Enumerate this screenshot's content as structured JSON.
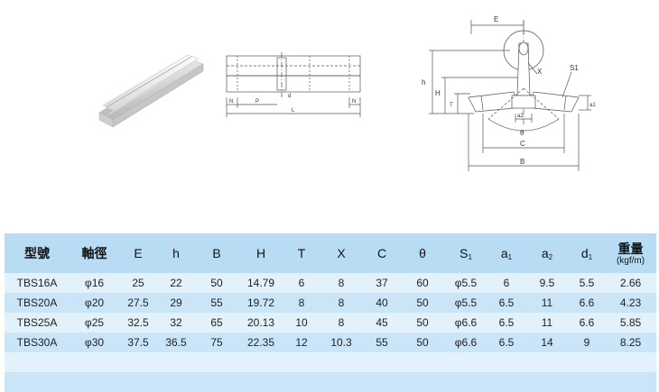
{
  "drawings": {
    "side_view": {
      "labels": [
        "N",
        "P",
        "L",
        "N",
        "d"
      ]
    },
    "section_view": {
      "labels": [
        "E",
        "X",
        "S1",
        "h",
        "H",
        "T",
        "a2",
        "a1",
        "θ",
        "C",
        "B"
      ]
    }
  },
  "table": {
    "headers": [
      {
        "key": "model",
        "label": "型號"
      },
      {
        "key": "shaft",
        "label": "軸徑"
      },
      {
        "key": "E",
        "label": "E"
      },
      {
        "key": "h",
        "label": "h"
      },
      {
        "key": "B",
        "label": "B"
      },
      {
        "key": "H",
        "label": "H"
      },
      {
        "key": "T",
        "label": "T"
      },
      {
        "key": "X",
        "label": "X"
      },
      {
        "key": "C",
        "label": "C"
      },
      {
        "key": "theta",
        "label": "θ"
      },
      {
        "key": "S1",
        "label": "S",
        "sub": "1"
      },
      {
        "key": "a1",
        "label": "a",
        "sub": "1"
      },
      {
        "key": "a2",
        "label": "a",
        "sub": "2"
      },
      {
        "key": "d1",
        "label": "d",
        "sub": "1"
      },
      {
        "key": "weight",
        "label": "重量",
        "unit": "(kgf/m)"
      }
    ],
    "rows": [
      [
        "TBS16A",
        "φ16",
        "25",
        "22",
        "50",
        "14.79",
        "6",
        "8",
        "37",
        "60",
        "φ5.5",
        "6",
        "9.5",
        "5.5",
        "2.66"
      ],
      [
        "TBS20A",
        "φ20",
        "27.5",
        "29",
        "55",
        "19.72",
        "8",
        "8",
        "40",
        "50",
        "φ5.5",
        "6.5",
        "11",
        "6.6",
        "4.23"
      ],
      [
        "TBS25A",
        "φ25",
        "32.5",
        "32",
        "65",
        "20.13",
        "10",
        "8",
        "45",
        "50",
        "φ6.6",
        "6.5",
        "11",
        "6.6",
        "5.85"
      ],
      [
        "TBS30A",
        "φ30",
        "37.5",
        "36.5",
        "75",
        "22.35",
        "12",
        "10.3",
        "55",
        "50",
        "φ6.6",
        "6.5",
        "14",
        "9",
        "8.25"
      ]
    ]
  },
  "colors": {
    "header_bg": "#b8dcf3",
    "row_light": "#e3f1fb",
    "row_dark": "#c9e5f7"
  }
}
